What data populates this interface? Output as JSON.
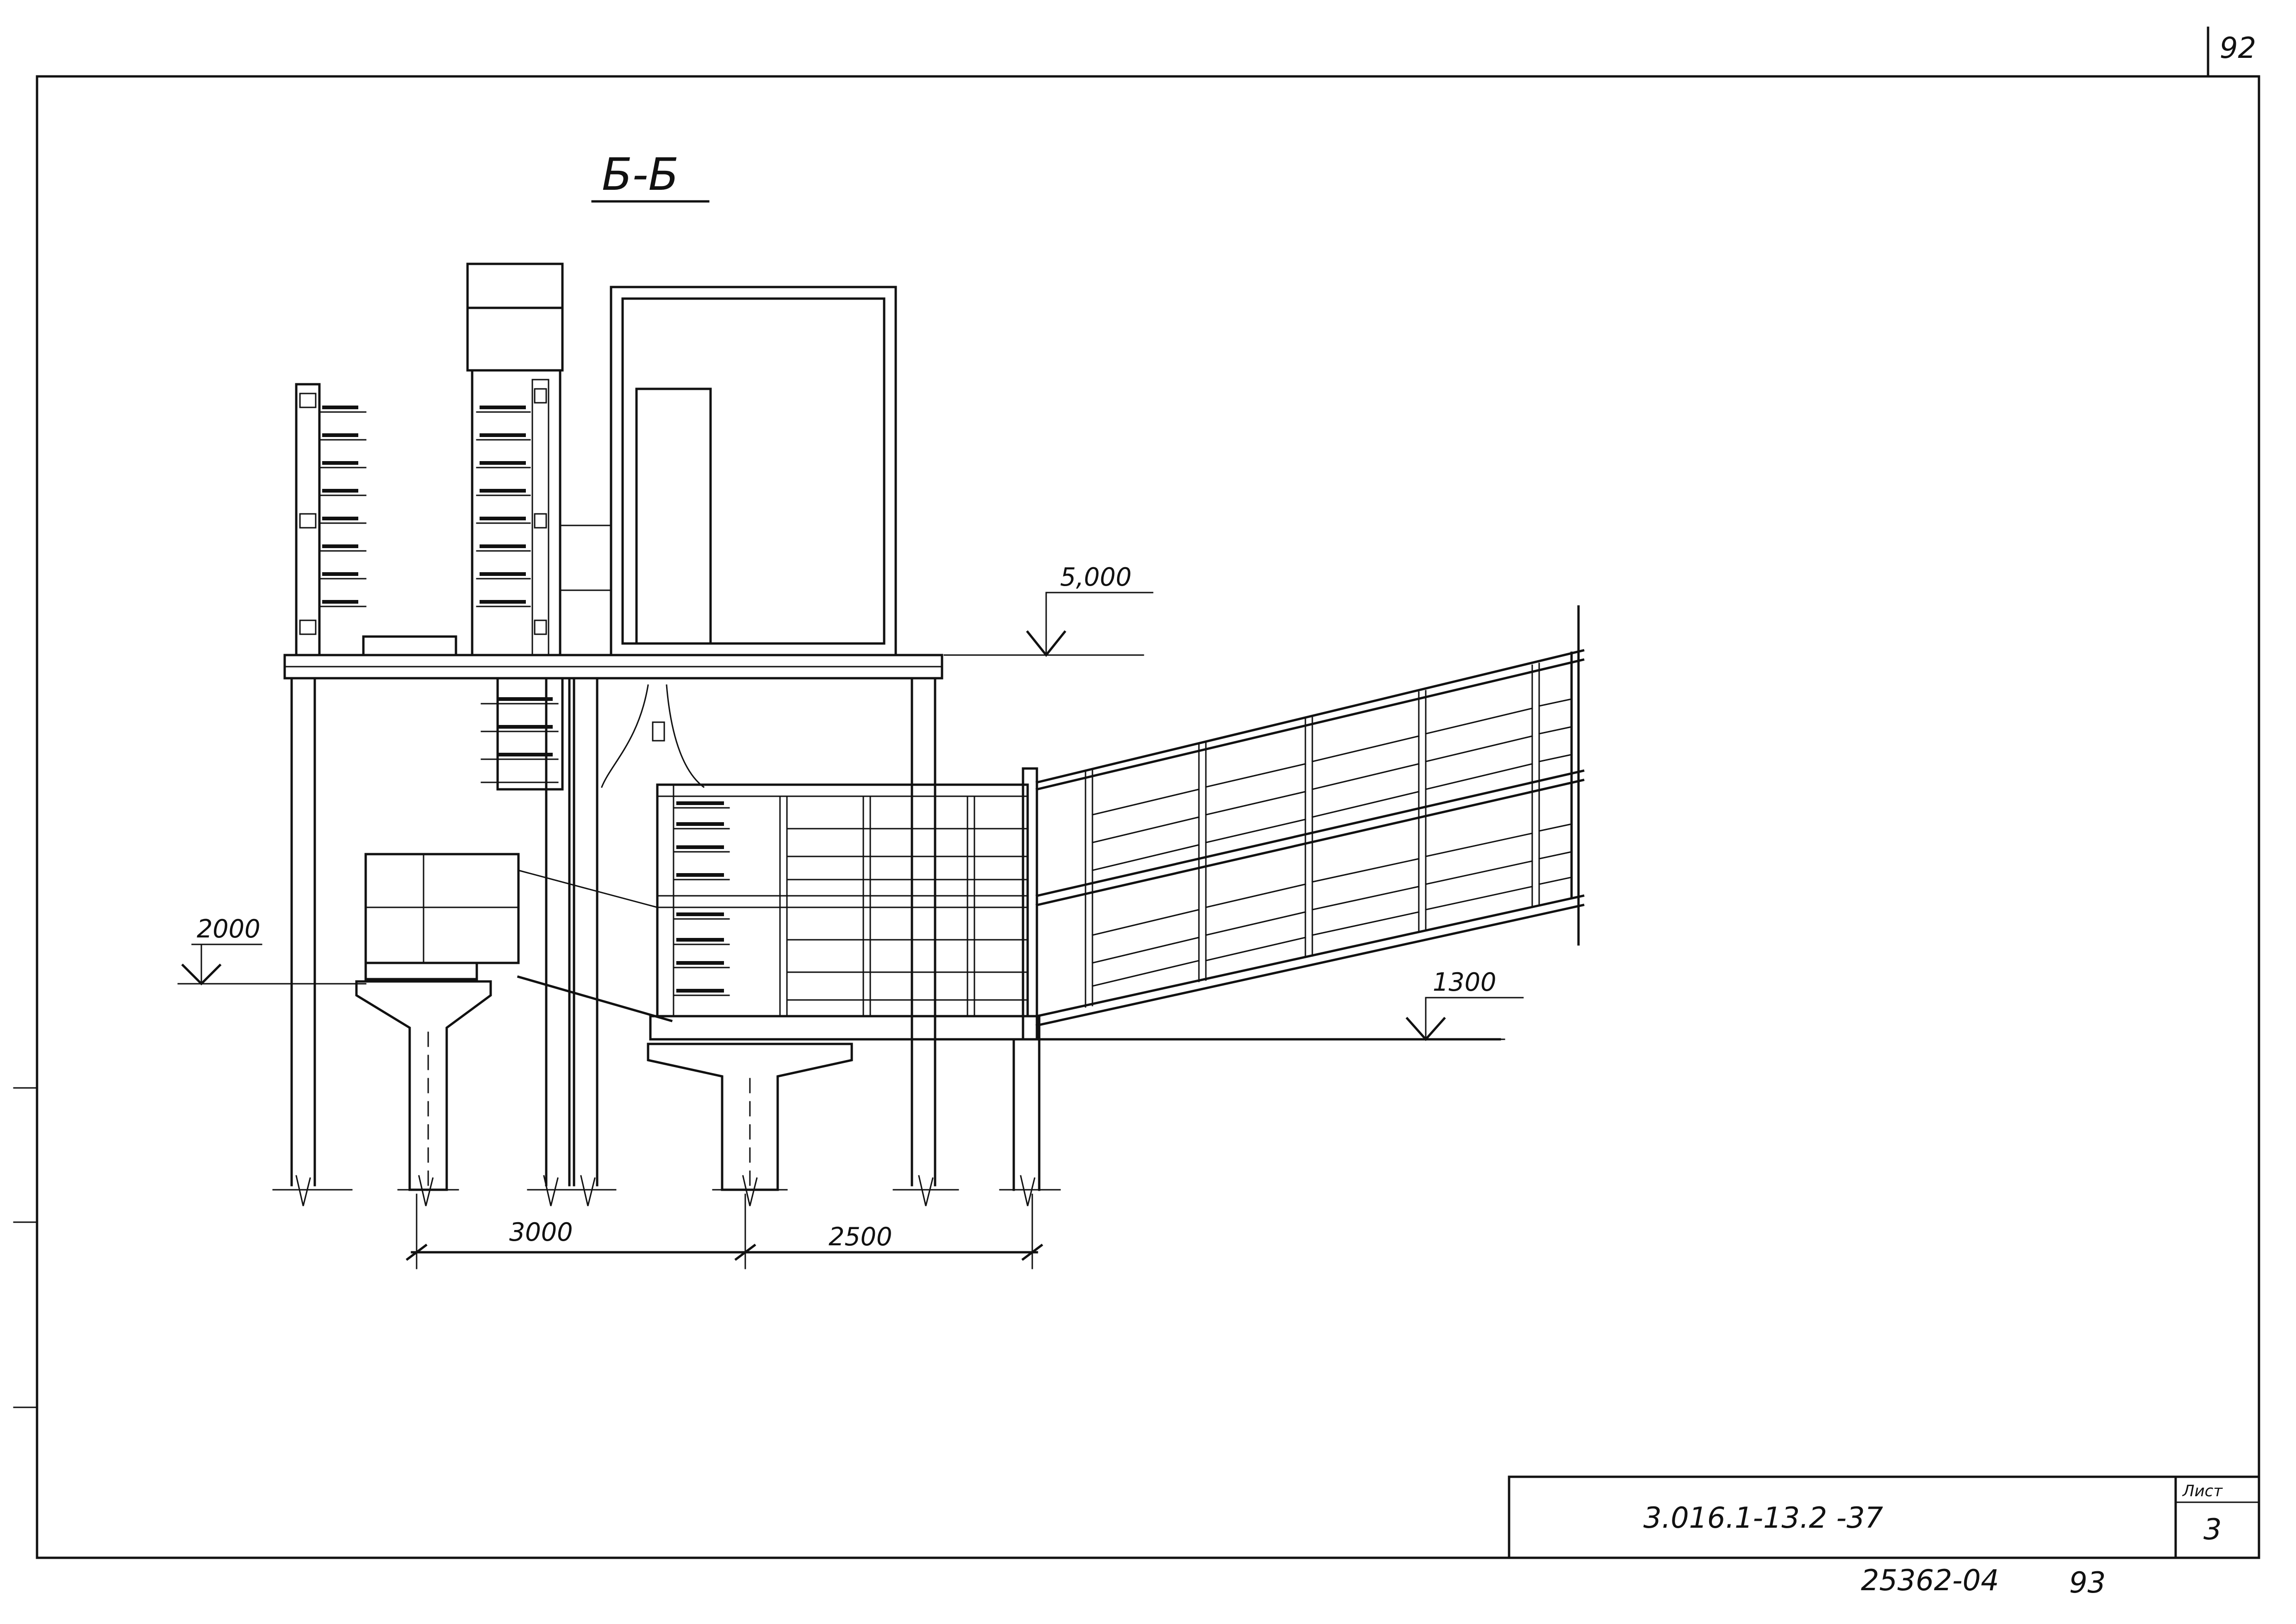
{
  "sheet": {
    "page_number_top": "92",
    "section_title": "Б-Б",
    "document_code": "3.016.1-13.2  -37",
    "sheet_label": "Лист",
    "sheet_number": "3",
    "archive_number": "25362-04",
    "archive_page": "93"
  },
  "elevations": {
    "upper": "5,000",
    "left": "2000",
    "right": "1300"
  },
  "dimensions": {
    "span_left": "3000",
    "span_right": "2500"
  },
  "colors": {
    "ink": "#111111",
    "paper": "#ffffff"
  }
}
